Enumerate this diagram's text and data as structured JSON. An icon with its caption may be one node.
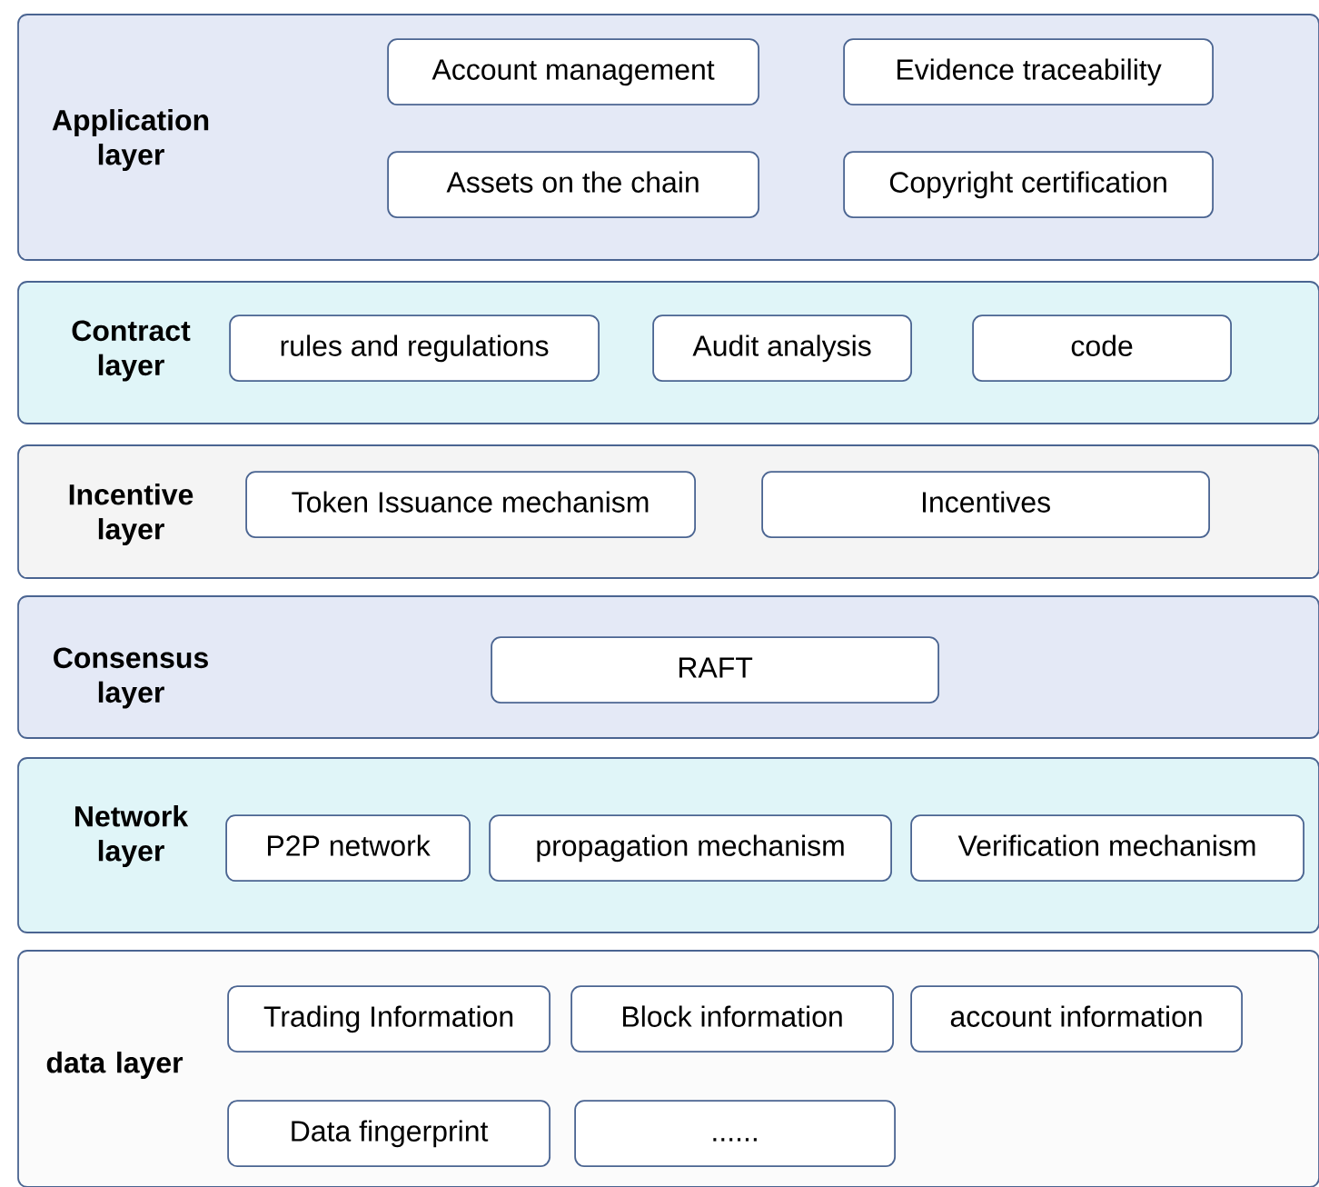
{
  "diagram": {
    "nodes": [
      {
        "text": [
          "Application layer"
        ]
      },
      {
        "text": [
          "Account management"
        ],
        "in": 0
      },
      {
        "text": [
          "Evidence traceability"
        ],
        "in": 0
      },
      {
        "text": [
          "Assets on the chain"
        ],
        "in": 0
      },
      {
        "text": [
          "Copyright certification"
        ],
        "in": 0
      },
      {
        "text": [
          "Contract layer"
        ]
      },
      {
        "text": [
          "rules and regulations"
        ],
        "in": 5
      },
      {
        "text": [
          "Audit analysis"
        ],
        "in": 5
      },
      {
        "text": [
          "code"
        ],
        "in": 5
      },
      {
        "text": [
          "Incentive layer"
        ]
      },
      {
        "text": [
          "Token Issuance mechanism"
        ],
        "in": 9
      },
      {
        "text": [
          "Incentives"
        ],
        "in": 9
      },
      {
        "text": [
          "Consensus layer"
        ]
      },
      {
        "text": [
          "RAFT"
        ],
        "in": 12
      },
      {
        "text": [
          "Network layer"
        ]
      },
      {
        "text": [
          "P2P network"
        ],
        "in": 14
      },
      {
        "text": [
          "propagation mechanism"
        ],
        "in": 14
      },
      {
        "text": [
          "Verification mechanism"
        ],
        "in": 14
      },
      {
        "text": [
          "data layer"
        ]
      },
      {
        "text": [
          "Trading Information"
        ],
        "in": 18
      },
      {
        "text": [
          "Block information"
        ],
        "in": 18
      },
      {
        "text": [
          "account information"
        ],
        "in": 18
      },
      {
        "text": [
          "Data fingerprint"
        ],
        "in": 18
      },
      {
        "text": [
          "......"
        ],
        "in": 18
      }
    ]
  }
}
